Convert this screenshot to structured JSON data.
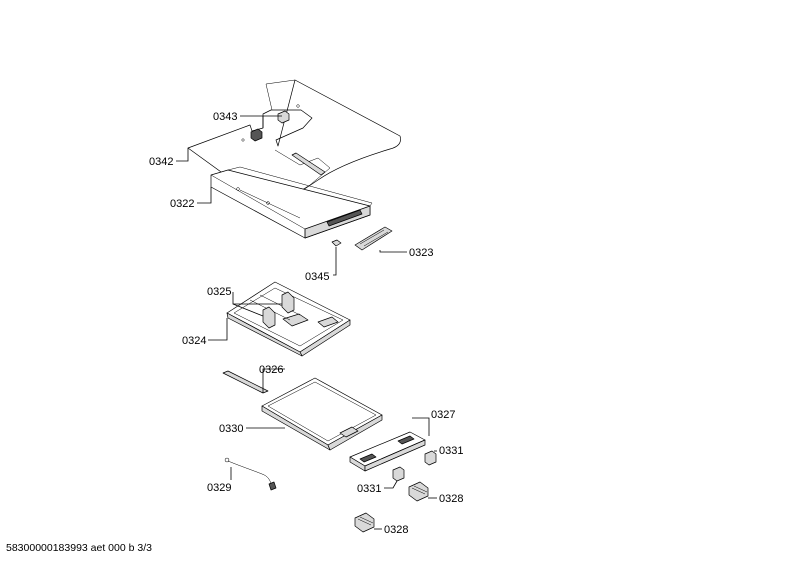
{
  "labels": {
    "p0343": "0343",
    "p0342": "0342",
    "p0322": "0322",
    "p0323": "0323",
    "p0345": "0345",
    "p0325": "0325",
    "p0324": "0324",
    "p0326": "0326",
    "p0330": "0330",
    "p0327": "0327",
    "p0331a": "0331",
    "p0329": "0329",
    "p0331b": "0331",
    "p0328a": "0328",
    "p0328b": "0328"
  },
  "footer": "58300000183993 aet 000 b 3/3"
}
